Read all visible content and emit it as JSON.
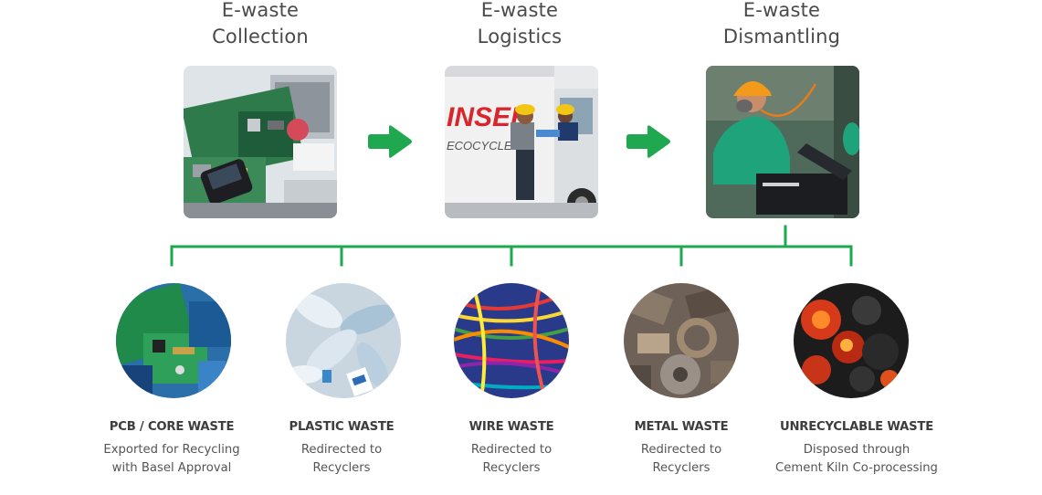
{
  "colors": {
    "accent": "#1fa84f",
    "heading": "#4a4a4a",
    "label": "#3d3d3d",
    "text": "#555555"
  },
  "stages": [
    {
      "lines": [
        "E-waste",
        "Collection"
      ],
      "image": "electronic-scrap-photo"
    },
    {
      "lines": [
        "E-waste",
        "Logistics"
      ],
      "image": "insee-ecocycle-truck-photo",
      "truck_text": [
        "INSEE",
        "ECOCYCLE"
      ]
    },
    {
      "lines": [
        "E-waste",
        "Dismantling"
      ],
      "image": "worker-dismantling-photo"
    }
  ],
  "arrows": [
    "arrow-right-icon",
    "arrow-right-icon"
  ],
  "outputs": [
    {
      "title": "PCB / CORE WASTE",
      "desc": [
        "Exported for Recycling",
        "with Basel Approval"
      ],
      "image": "circuit-board-photo"
    },
    {
      "title": "PLASTIC WASTE",
      "desc": [
        "Redirected to",
        "Recyclers"
      ],
      "image": "plastic-bottles-photo"
    },
    {
      "title": "WIRE WASTE",
      "desc": [
        "Redirected to",
        "Recyclers"
      ],
      "image": "colored-wires-photo"
    },
    {
      "title": "METAL WASTE",
      "desc": [
        "Redirected to",
        "Recyclers"
      ],
      "image": "scrap-metal-photo"
    },
    {
      "title": "UNRECYCLABLE WASTE",
      "desc": [
        "Disposed through",
        "Cement Kiln Co-processing"
      ],
      "image": "burning-coal-photo"
    }
  ]
}
